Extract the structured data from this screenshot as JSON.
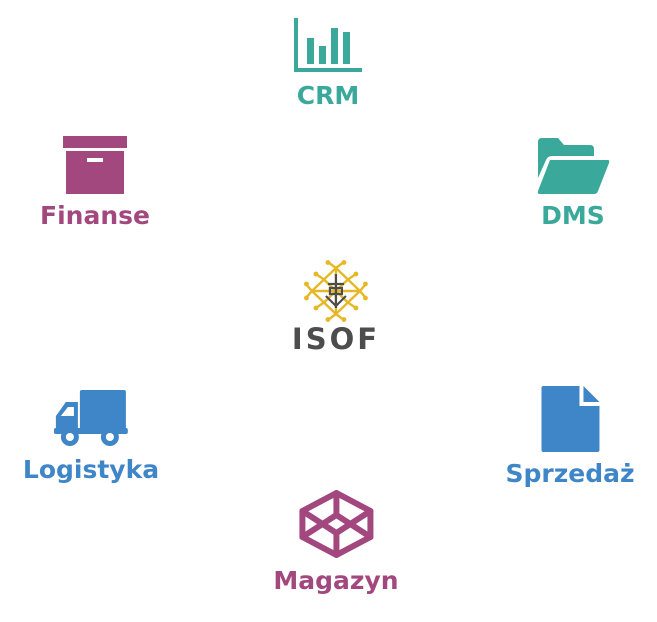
{
  "colors": {
    "teal": "#3aa89a",
    "magenta": "#a3487f",
    "blue": "#3f86c8",
    "logo_gold": "#e6b825",
    "logo_gray": "#4d4d4d"
  },
  "logo": {
    "text": "ISOF"
  },
  "modules": {
    "crm": {
      "label": "CRM",
      "icon": "bar-chart-icon"
    },
    "dms": {
      "label": "DMS",
      "icon": "folder-open-icon"
    },
    "finanse": {
      "label": "Finanse",
      "icon": "archive-box-icon"
    },
    "logistyka": {
      "label": "Logistyka",
      "icon": "truck-icon"
    },
    "sprzedaz": {
      "label": "Sprzedaż",
      "icon": "document-icon"
    },
    "magazyn": {
      "label": "Magazyn",
      "icon": "codepen-cube-icon"
    }
  }
}
